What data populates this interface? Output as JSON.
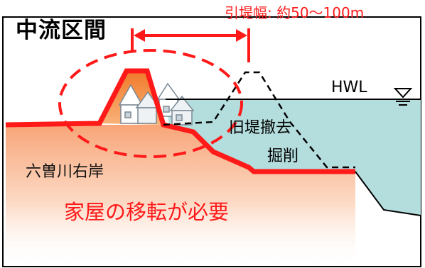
{
  "title": "中流区間",
  "width_label": "引堤幅: 約50～100m",
  "hwl_label": "HWL",
  "old_levee_label": "旧堤撤去",
  "excavation_label": "掘削",
  "bank_label": "六曽川右岸",
  "relocation_note": "家屋の移転が必要",
  "colors": {
    "accent_red": "#ff1a1a",
    "water": "#b4dddd",
    "new_levee_fill": "#f58a3c",
    "hinterland_gradient_top": "#f7a070",
    "hinterland_gradient_bottom": "#ffffff",
    "frame": "#000000"
  },
  "icons": {
    "water_level_marker": "triangle-water-level-icon",
    "houses": "house-icon"
  }
}
